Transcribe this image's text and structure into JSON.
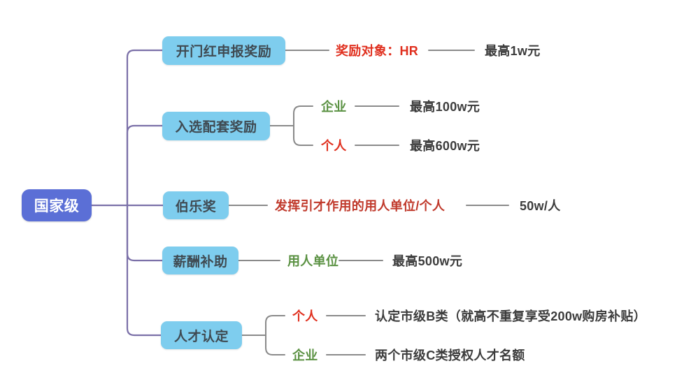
{
  "diagram": {
    "type": "mind-map",
    "background": "#ffffff",
    "colors": {
      "root_fill": "#5b6fd6",
      "root_text": "#ffffff",
      "branch_fill": "#7ecdee",
      "branch_text": "#3f4a52",
      "trunk_line": "#7b70a8",
      "sub_line": "#8a8a8a",
      "red_bright": "#e0301f",
      "red_deep": "#c0392b",
      "green": "#5a9142",
      "dark": "#3c3c3c"
    },
    "root": {
      "label": "国家级"
    },
    "branches": [
      {
        "label": "开门红申报奖励",
        "targets": [
          {
            "audience": "奖励对象：HR",
            "audience_color": "red_bright",
            "amount": "最高1w元"
          }
        ]
      },
      {
        "label": "入选配套奖励",
        "targets": [
          {
            "audience": "企业",
            "audience_color": "green",
            "amount": "最高100w元"
          },
          {
            "audience": "个人",
            "audience_color": "red_bright",
            "amount": "最高600w元"
          }
        ]
      },
      {
        "label": "伯乐奖",
        "targets": [
          {
            "audience": "发挥引才作用的用人单位/个人",
            "audience_color": "red_deep",
            "amount": "50w/人"
          }
        ]
      },
      {
        "label": "薪酬补助",
        "targets": [
          {
            "audience": "用人单位",
            "audience_color": "green",
            "amount": "最高500w元"
          }
        ]
      },
      {
        "label": "人才认定",
        "targets": [
          {
            "audience": "个人",
            "audience_color": "red_bright",
            "amount": "认定市级B类（就高不重复享受200w购房补贴）"
          },
          {
            "audience": "企业",
            "audience_color": "green",
            "amount": "两个市级C类授权人才名额"
          }
        ]
      }
    ]
  }
}
